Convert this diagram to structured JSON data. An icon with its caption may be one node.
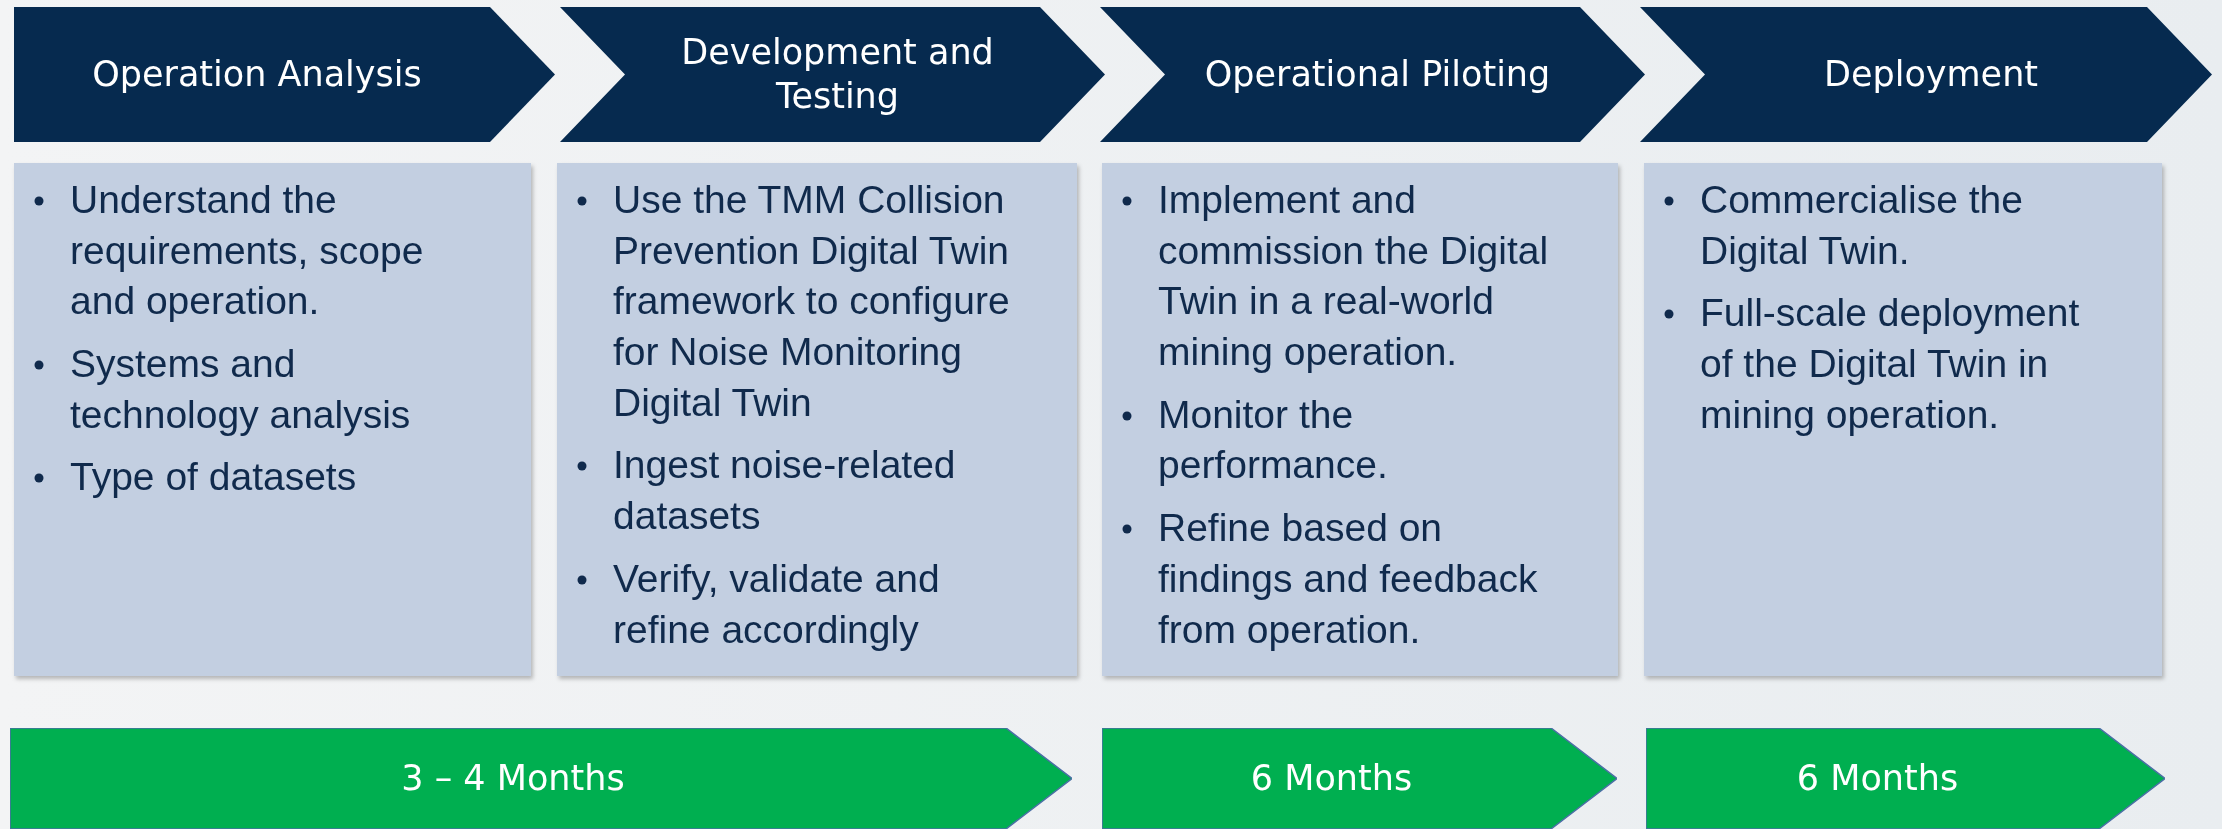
{
  "diagram": {
    "nodes": [
      {
        "text": [
          "Operation Analysis"
        ]
      },
      {
        "text": [
          "Development and Testing"
        ]
      },
      {
        "text": [
          "Operational Piloting"
        ]
      },
      {
        "text": [
          "Deployment"
        ]
      },
      {
        "text": [
          "Understand the requirements, scope and operation.",
          "Systems and technology analysis",
          "Type of datasets"
        ]
      },
      {
        "text": [
          "Use the TMM Collision Prevention Digital Twin framework to configure for Noise Monitoring Digital Twin",
          "Ingest noise-related datasets",
          "Verify, validate and refine accordingly"
        ]
      },
      {
        "text": [
          "Implement and commission the Digital Twin in a real-world mining operation.",
          "Monitor the performance.",
          "Refine based on findings and feedback from operation."
        ]
      },
      {
        "text": [
          "Commercialise the Digital Twin.",
          "Full-scale deployment of the Digital Twin in mining operation."
        ]
      },
      {
        "text": [
          "3 – 4 Months"
        ]
      },
      {
        "text": [
          "6 Months"
        ]
      },
      {
        "text": [
          "6 Months"
        ]
      }
    ]
  }
}
